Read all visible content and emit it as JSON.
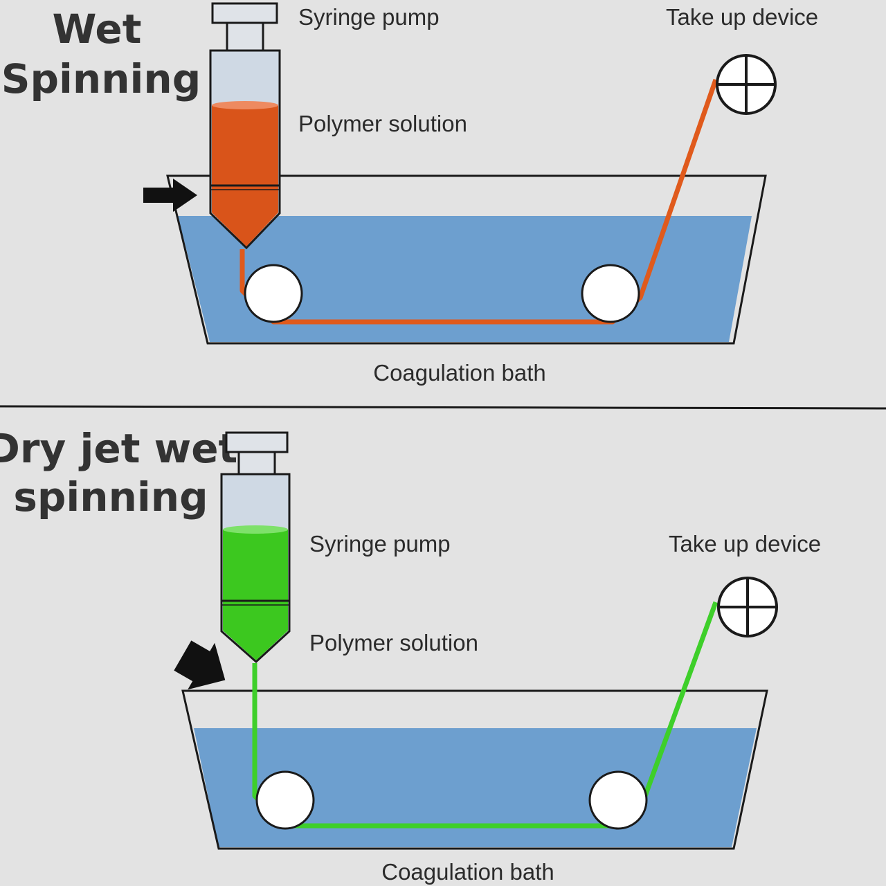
{
  "panels": [
    {
      "title_line1": "Wet",
      "title_line2": "Spinning",
      "syringe_label": "Syringe pump",
      "solution_label": "Polymer solution",
      "takeup_label": "Take up device",
      "bath_label": "Coagulation bath",
      "fiber_color": "#e05a1c",
      "solution_color": "#d9541a"
    },
    {
      "title_line1": "Dry jet wet",
      "title_line2": "spinning",
      "syringe_label": "Syringe pump",
      "solution_label": "Polymer solution",
      "takeup_label": "Take up device",
      "bath_label": "Coagulation bath",
      "fiber_color": "#3ecf2a",
      "solution_color": "#3cc81f"
    }
  ],
  "colors": {
    "background": "#e3e3e3",
    "bath_liquid": "#6d9fcf",
    "syringe_glass": "#cfd9e4",
    "outline": "#1a1a1a"
  }
}
